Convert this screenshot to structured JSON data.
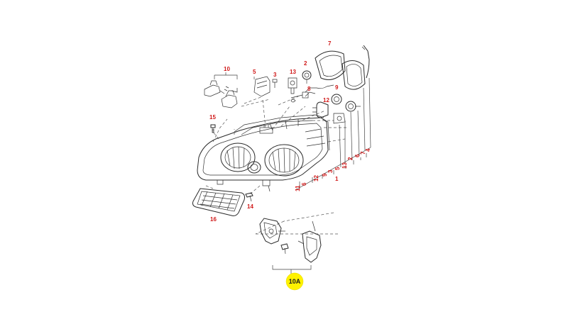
{
  "diagram": {
    "labels": {
      "p1": "1",
      "p2": "2",
      "p2b": "2",
      "p3": "3",
      "p3b": "3",
      "p4": "4",
      "p5": "5",
      "p5b": "5",
      "p6": "6",
      "p7": "7",
      "p8": "8",
      "p9": "9",
      "p10": "10",
      "p11": "11",
      "p12": "12",
      "p12b": "12",
      "p13": "13",
      "p13b": "13",
      "p14": "14",
      "p15": "15",
      "p16": "16",
      "p7b": "7"
    },
    "badge": "10A",
    "colors": {
      "label": "#d01818",
      "badge_fill": "#fff200",
      "line": "#2a2a2a"
    }
  }
}
